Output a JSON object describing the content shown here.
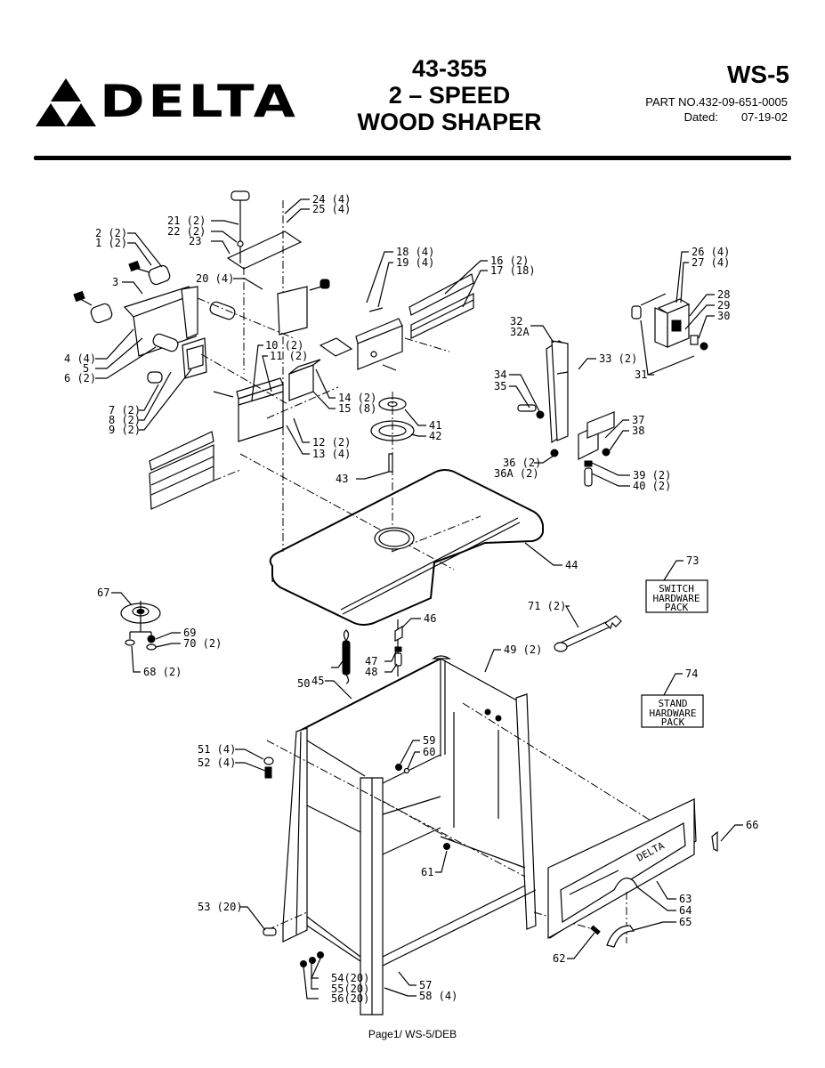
{
  "header": {
    "brand": "DELTA",
    "model": "43-355",
    "title_line1": "2 – SPEED",
    "title_line2": "WOOD SHAPER",
    "sheet_id": "WS-5",
    "part_no": "PART NO.432-09-651-0005",
    "dated_label": "Dated:",
    "dated_value": "07-19-02"
  },
  "callouts": [
    {
      "id": "c1",
      "text": "1 (2)"
    },
    {
      "id": "c2",
      "text": "2 (2)"
    },
    {
      "id": "c3",
      "text": "3"
    },
    {
      "id": "c4",
      "text": "4 (4)"
    },
    {
      "id": "c5",
      "text": "5"
    },
    {
      "id": "c6",
      "text": "6 (2)"
    },
    {
      "id": "c7",
      "text": "7 (2)"
    },
    {
      "id": "c8",
      "text": "8 (2)"
    },
    {
      "id": "c9",
      "text": "9 (2)"
    },
    {
      "id": "c10",
      "text": "10 (2)"
    },
    {
      "id": "c11",
      "text": "11 (2)"
    },
    {
      "id": "c12",
      "text": "12 (2)"
    },
    {
      "id": "c13",
      "text": "13 (4)"
    },
    {
      "id": "c14",
      "text": "14 (2)"
    },
    {
      "id": "c15",
      "text": "15 (8)"
    },
    {
      "id": "c16",
      "text": "16 (2)"
    },
    {
      "id": "c17",
      "text": "17 (18)"
    },
    {
      "id": "c18",
      "text": "18 (4)"
    },
    {
      "id": "c19",
      "text": "19 (4)"
    },
    {
      "id": "c20",
      "text": "20 (4)"
    },
    {
      "id": "c21",
      "text": "21 (2)"
    },
    {
      "id": "c22",
      "text": "22 (2)"
    },
    {
      "id": "c23",
      "text": "23"
    },
    {
      "id": "c24",
      "text": "24 (4)"
    },
    {
      "id": "c25",
      "text": "25 (4)"
    },
    {
      "id": "c26",
      "text": "26 (4)"
    },
    {
      "id": "c27",
      "text": "27 (4)"
    },
    {
      "id": "c28",
      "text": "28"
    },
    {
      "id": "c29",
      "text": "29"
    },
    {
      "id": "c30",
      "text": "30"
    },
    {
      "id": "c31",
      "text": "31"
    },
    {
      "id": "c32",
      "text": "32"
    },
    {
      "id": "c32a",
      "text": "32A"
    },
    {
      "id": "c33",
      "text": "33 (2)"
    },
    {
      "id": "c34",
      "text": "34"
    },
    {
      "id": "c35",
      "text": "35"
    },
    {
      "id": "c36",
      "text": "36 (2)"
    },
    {
      "id": "c36a",
      "text": "36A (2)"
    },
    {
      "id": "c37",
      "text": "37"
    },
    {
      "id": "c38",
      "text": "38"
    },
    {
      "id": "c39",
      "text": "39 (2)"
    },
    {
      "id": "c40",
      "text": "40 (2)"
    },
    {
      "id": "c41",
      "text": "41"
    },
    {
      "id": "c42",
      "text": "42"
    },
    {
      "id": "c43",
      "text": "43"
    },
    {
      "id": "c44",
      "text": "44"
    },
    {
      "id": "c45",
      "text": "45"
    },
    {
      "id": "c46",
      "text": "46"
    },
    {
      "id": "c47",
      "text": "47"
    },
    {
      "id": "c48",
      "text": "48"
    },
    {
      "id": "c49",
      "text": "49 (2)"
    },
    {
      "id": "c50",
      "text": "50"
    },
    {
      "id": "c51",
      "text": "51 (4)"
    },
    {
      "id": "c52",
      "text": "52 (4)"
    },
    {
      "id": "c53",
      "text": "53 (20)"
    },
    {
      "id": "c54",
      "text": "54(20)"
    },
    {
      "id": "c55",
      "text": "55(20)"
    },
    {
      "id": "c56",
      "text": "56(20)"
    },
    {
      "id": "c57",
      "text": "57"
    },
    {
      "id": "c58",
      "text": "58 (4)"
    },
    {
      "id": "c59",
      "text": "59"
    },
    {
      "id": "c60",
      "text": "60"
    },
    {
      "id": "c61",
      "text": "61"
    },
    {
      "id": "c62",
      "text": "62"
    },
    {
      "id": "c63",
      "text": "63"
    },
    {
      "id": "c64",
      "text": "64"
    },
    {
      "id": "c65",
      "text": "65"
    },
    {
      "id": "c66",
      "text": "66"
    },
    {
      "id": "c67",
      "text": "67"
    },
    {
      "id": "c68",
      "text": "68 (2)"
    },
    {
      "id": "c69",
      "text": "69"
    },
    {
      "id": "c70",
      "text": "70 (2)"
    },
    {
      "id": "c71",
      "text": "71 (2)"
    },
    {
      "id": "c73",
      "text": "73"
    },
    {
      "id": "c74",
      "text": "74"
    }
  ],
  "packs": {
    "switch": {
      "line1": "SWITCH",
      "line2": "HARDWARE",
      "line3": "PACK"
    },
    "stand": {
      "line1": "STAND",
      "line2": "HARDWARE",
      "line3": "PACK"
    }
  },
  "footer": {
    "text": "Page1/ WS-5/DEB"
  }
}
